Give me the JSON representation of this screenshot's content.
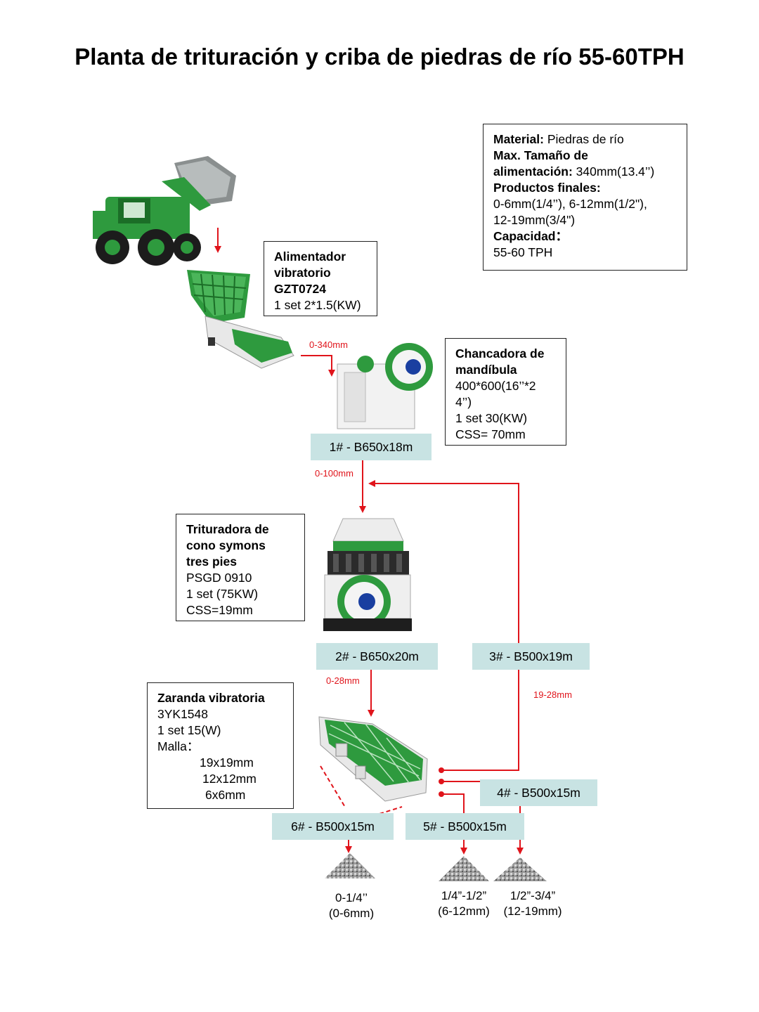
{
  "title": "Planta de trituración y criba de piedras de río 55-60TPH",
  "specs": {
    "material_label": "Material:",
    "material_value": " Piedras de río",
    "max_label_1": "Max. Tamaño de",
    "max_label_2": "alimentación:",
    "max_value": " 340mm(13.4’’)",
    "products_label": "Productos finales:",
    "products_line1": "0-6mm(1/4’’), 6-12mm(1/2\"),",
    "products_line2": "12-19mm(3/4\")",
    "capacity_label": "Capacidad：",
    "capacity_value": "55-60 TPH"
  },
  "feeder": {
    "name_1": "Alimentador",
    "name_2": "vibratorio",
    "model": "GZT0724",
    "detail": "1 set 2*1.5(KW)"
  },
  "jaw": {
    "name_1": "Chancadora de",
    "name_2": "mandíbula",
    "size_1": "400*600(16’’*2",
    "size_2": "4’’)",
    "power": "1 set 30(KW)",
    "css": "CSS= 70mm"
  },
  "cone": {
    "name_1": "Trituradora de",
    "name_2": "cono symons",
    "name_3": "tres pies",
    "model": "PSGD 0910",
    "power": "1 set  (75KW)",
    "css": "CSS=19mm"
  },
  "screen": {
    "name": "Zaranda vibratoria",
    "model": "3YK1548",
    "power": "1 set  15(W)",
    "mesh_label": "Malla：",
    "mesh": [
      "19x19mm",
      "12x12mm",
      "6x6mm"
    ]
  },
  "conveyors": {
    "c1": "1# - B650x18m",
    "c2": "2# - B650x20m",
    "c3": "3# - B500x19m",
    "c4": "4# - B500x15m",
    "c5": "5# - B500x15m",
    "c6": "6# - B500x15m"
  },
  "flow_labels": {
    "f1": "0-340mm",
    "f2": "0-100mm",
    "f3": "0-28mm",
    "f4": "19-28mm"
  },
  "products": [
    {
      "inch": "0-1/4’’",
      "mm": "(0-6mm)"
    },
    {
      "inch": "1/4”-1/2”",
      "mm": "(6-12mm)"
    },
    {
      "inch": "1/2”-3/4”",
      "mm": "(12-19mm)"
    }
  ],
  "colors": {
    "arrow": "#e0141b",
    "belt": "#c8e3e3",
    "machine_green": "#2e9a3e"
  }
}
